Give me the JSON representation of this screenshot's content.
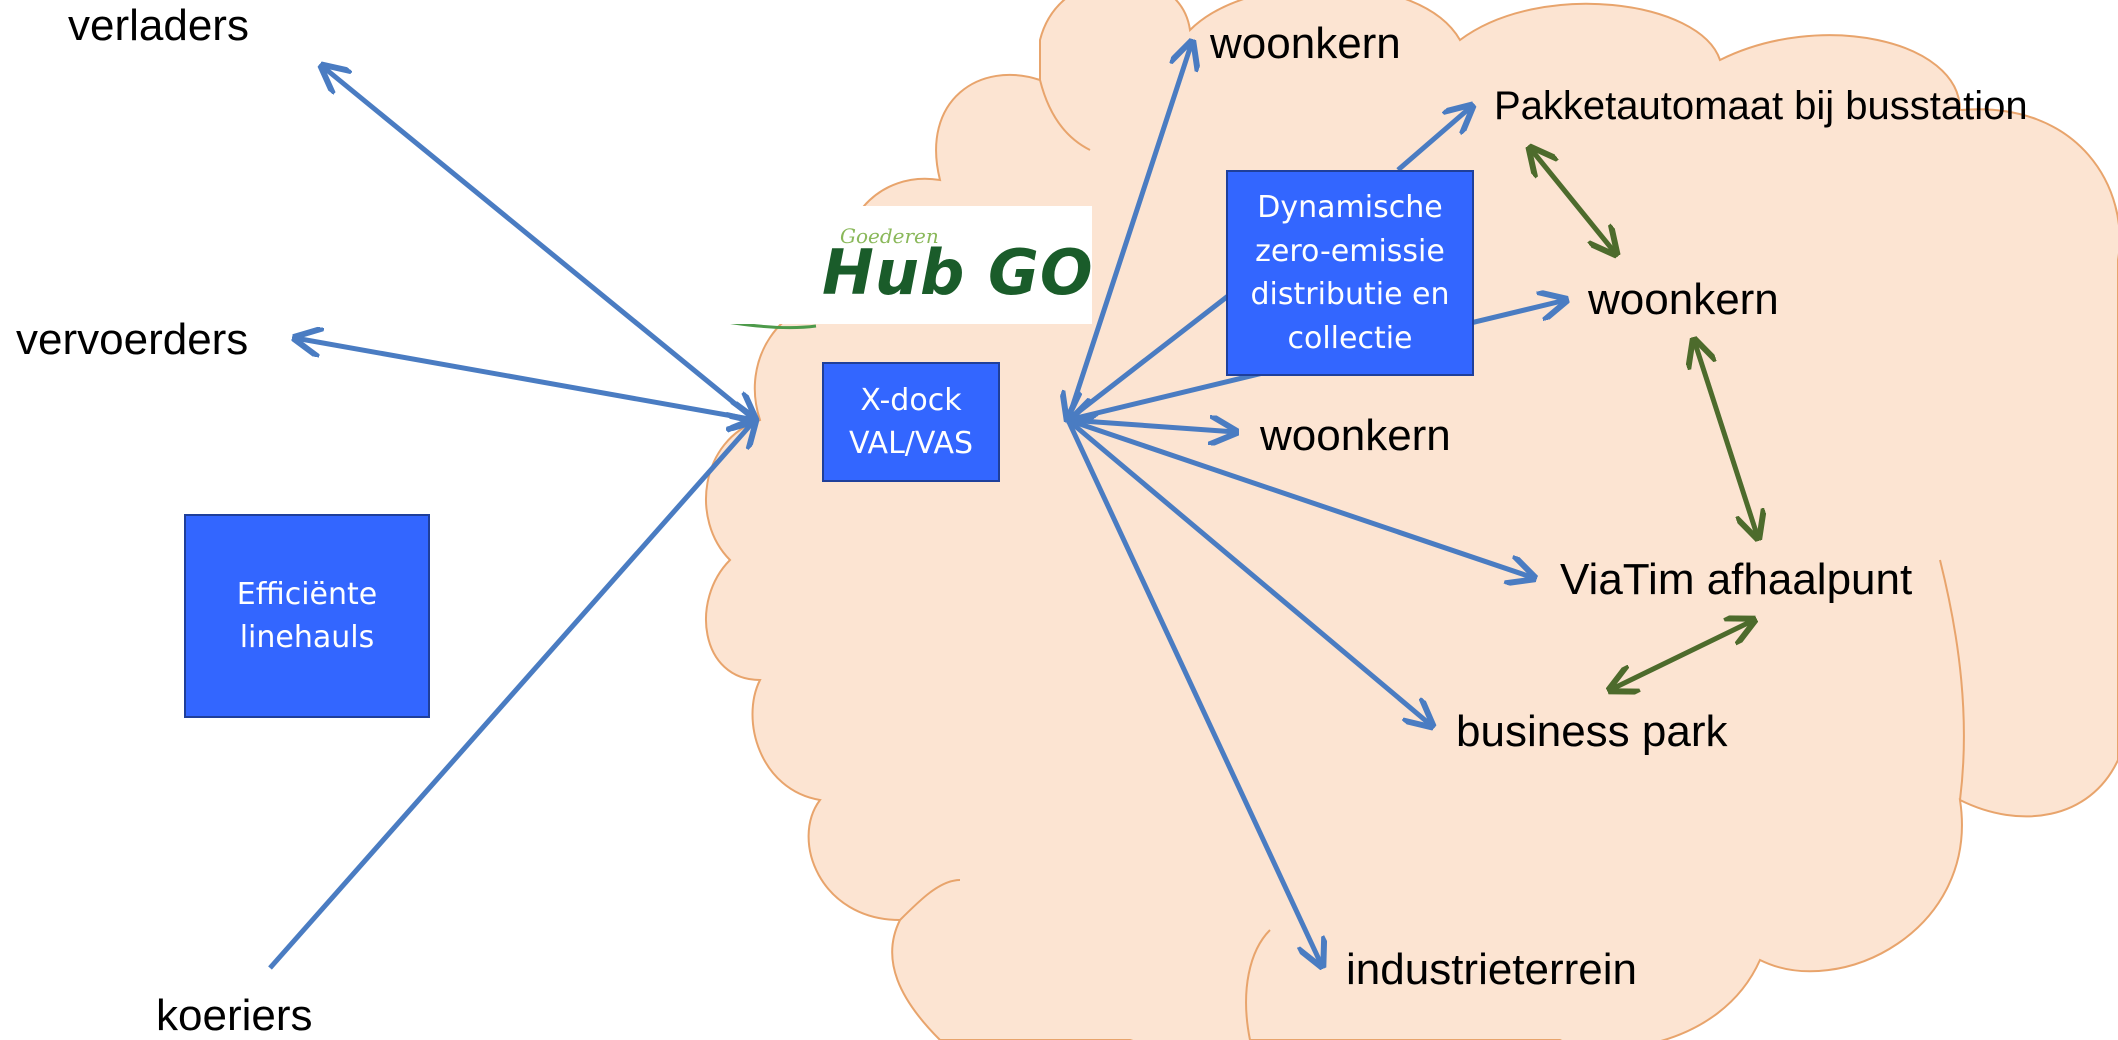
{
  "nodes": {
    "verladers": "verladers",
    "vervoerders": "vervoerders",
    "koeriers": "koeriers",
    "woonkern_top": "woonkern",
    "pakketautomaat": "Pakketautomaat bij busstation",
    "woonkern_right": "woonkern",
    "woonkern_middle": "woonkern",
    "viatim": "ViaTim afhaalpunt",
    "business_park": "business park",
    "industrieterrein": "industrieterrein"
  },
  "boxes": {
    "linehauls": "Efficiënte\nlinehauls",
    "xdock": "X-dock\nVAL/VAS",
    "zero_emissie": "Dynamische\nzero-emissie\ndistributie en\ncollectie"
  },
  "logo": {
    "small_text": "Goederen",
    "main_text": "Hub GO"
  },
  "colors": {
    "cloud_fill": "#fce4d2",
    "cloud_stroke": "#e8a46c",
    "blue_arrow": "#4a7cc2",
    "green_arrow": "#4d6b2c",
    "box_fill": "#3366ff"
  }
}
